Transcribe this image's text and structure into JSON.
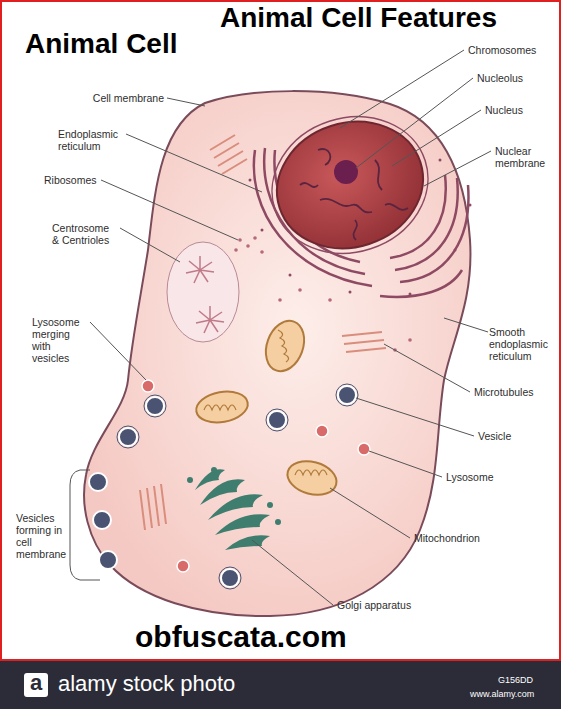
{
  "diagram": {
    "title": "Animal Cell Features",
    "labels": [
      "Animal Cell",
      "Chromosomes",
      "Nucleolus",
      "Nucleus",
      "Nuclear membrane",
      "Cell membrane",
      "Endoplasmic reticulum",
      "Ribosomes",
      "Centrosome & Centrioles",
      "Smooth endoplasmic reticulum",
      "Lysosome merging with vesicles",
      "Microtubules",
      "Vesicle",
      "Lysosome",
      "Vesicles forming in cell membrane",
      "Mitochondrion",
      "Golgi apparatus",
      "obfuscata.com",
      "a",
      "alamy stock photo",
      "G156DD",
      "www.alamy.com"
    ]
  }
}
